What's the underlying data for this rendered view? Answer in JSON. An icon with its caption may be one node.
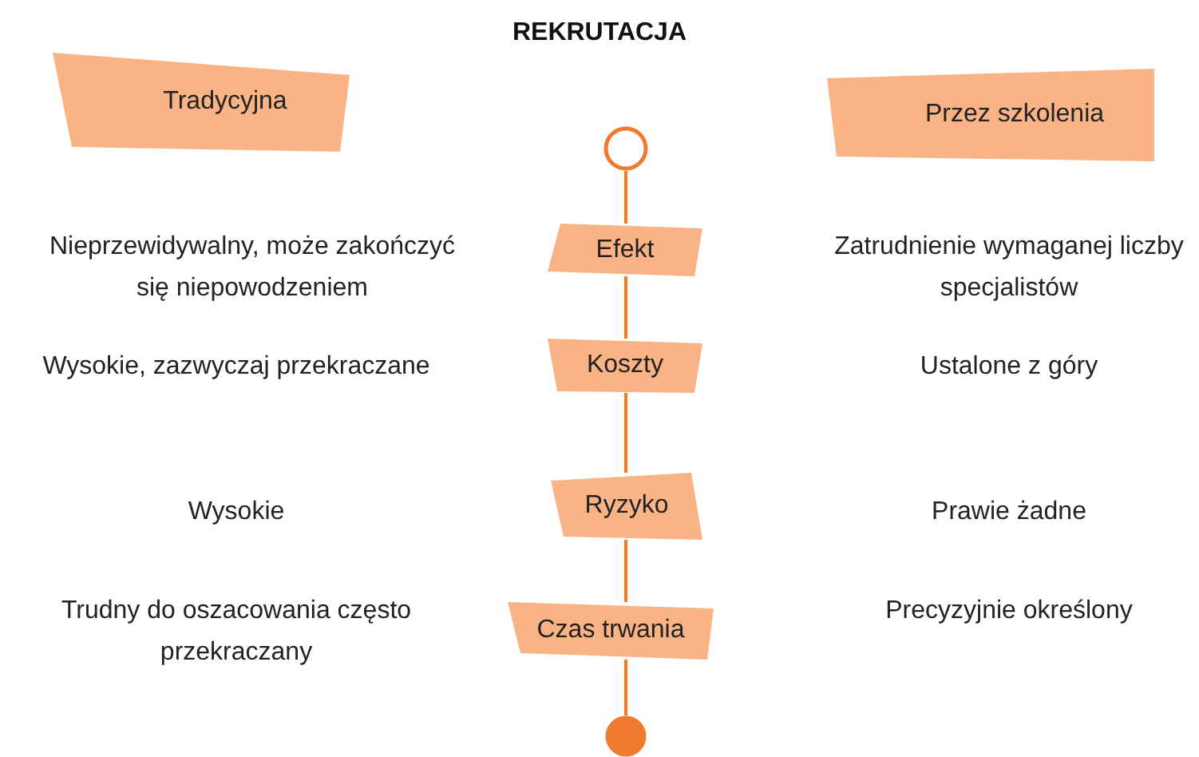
{
  "diagram": {
    "title": "REKRUTACJA",
    "nodes": [
      {
        "text": [
          "Tradycyjna"
        ]
      },
      {
        "text": [
          "Przez szkolenia"
        ]
      },
      {
        "text": [],
        "shape": "circle"
      },
      {
        "text": [
          "Efekt"
        ]
      },
      {
        "text": [
          "Koszty"
        ]
      },
      {
        "text": [
          "Ryzyko"
        ]
      },
      {
        "text": [
          "Czas trwania"
        ]
      },
      {
        "text": [],
        "shape": "circle"
      }
    ],
    "edges": [
      {
        "from": 2,
        "to": 3,
        "arrow": "none"
      },
      {
        "from": 3,
        "to": 4,
        "arrow": "none"
      },
      {
        "from": 4,
        "to": 5,
        "arrow": "none"
      },
      {
        "from": 5,
        "to": 6,
        "arrow": "none"
      },
      {
        "from": 6,
        "to": 7,
        "arrow": "none"
      }
    ],
    "labels": [
      "Nieprzewidywalny, może zakończyć się niepowodzeniem",
      "Zatrudnienie wymaganej liczby specjalistów",
      "Wysokie, zazwyczaj przekraczane",
      "Ustalone z góry",
      "Wysokie",
      "Prawie żadne",
      "Trudny do oszacowania często przekraczany",
      "Precyzyjnie określony"
    ]
  }
}
